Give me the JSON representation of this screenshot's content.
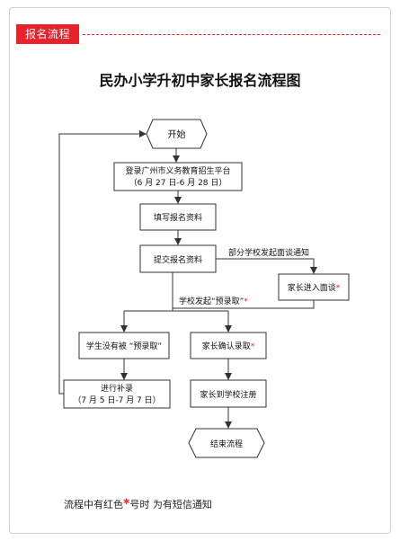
{
  "header": {
    "tag": "报名流程"
  },
  "title": "民办小学升初中家长报名流程图",
  "nodes": {
    "start": "开始",
    "login_line1": "登录广州市义务教育招生平台",
    "login_line2": "（6 月 27 日-6 月 28 日）",
    "fill": "填写报名资料",
    "submit": "提交报名资料",
    "interview": "家长进入面谈",
    "not_admitted": "学生没有被 “预录取”",
    "confirm": "家长确认录取",
    "supplement_line1": "进行补录",
    "supplement_line2": "（7 月 5 日-7 月 7 日）",
    "register": "家长到学校注册",
    "end": "结束流程"
  },
  "edges": {
    "interview_notice": "部分学校发起面谈通知",
    "pre_admission": "学校发起“预录取”"
  },
  "note": {
    "before": "流程中有红色",
    "star": "*",
    "after": "号时  为有短信通知"
  },
  "colors": {
    "accent": "#e8222b",
    "line": "#333333"
  }
}
